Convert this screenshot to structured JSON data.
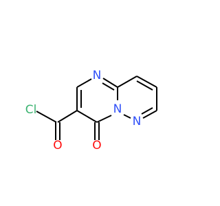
{
  "molecule": {
    "atoms": {
      "cl": {
        "text": "Cl",
        "color": "#3cb371"
      },
      "o_acyl": {
        "text": "O",
        "color": "#ff0d0d"
      },
      "o_ring": {
        "text": "O",
        "color": "#ff0d0d"
      },
      "n_top": {
        "text": "N",
        "color": "#3050f8"
      },
      "n_bridge": {
        "text": "N",
        "color": "#3050f8"
      },
      "n_right": {
        "text": "N",
        "color": "#3050f8"
      }
    },
    "bond_color": "#000000"
  }
}
